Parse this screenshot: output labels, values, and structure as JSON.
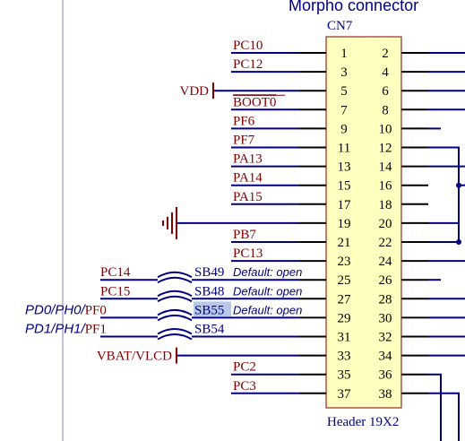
{
  "schematic": {
    "title": "Morpho connector",
    "connector_ref": "CN7",
    "connector_value": "Header 19X2",
    "colors": {
      "wire": "#000080",
      "pin": "#000000",
      "net_label": "#800000",
      "annotation": "#000080",
      "body_fill": "#ffffc0",
      "body_stroke": "#800000",
      "frame": "#8080c0",
      "highlight": "#b8c8e8"
    },
    "left_pins": [
      "1",
      "3",
      "5",
      "7",
      "9",
      "11",
      "13",
      "15",
      "17",
      "19",
      "21",
      "23",
      "25",
      "27",
      "29",
      "31",
      "33",
      "35",
      "37"
    ],
    "right_pins": [
      "2",
      "4",
      "6",
      "8",
      "10",
      "12",
      "14",
      "16",
      "18",
      "20",
      "22",
      "24",
      "26",
      "28",
      "30",
      "32",
      "34",
      "36",
      "38"
    ],
    "left_nets": [
      {
        "pin": "1",
        "label": "PC10"
      },
      {
        "pin": "3",
        "label": "PC12"
      },
      {
        "pin": "5",
        "label": "VDD",
        "symbol": "power-bar"
      },
      {
        "pin": "7",
        "label": "BOOT0",
        "overline": true
      },
      {
        "pin": "9",
        "label": "PF6"
      },
      {
        "pin": "11",
        "label": "PF7"
      },
      {
        "pin": "13",
        "label": "PA13"
      },
      {
        "pin": "15",
        "label": "PA14"
      },
      {
        "pin": "17",
        "label": "PA15"
      },
      {
        "pin": "19",
        "label": "",
        "symbol": "ground"
      },
      {
        "pin": "21",
        "label": "PB7"
      },
      {
        "pin": "23",
        "label": "PC13"
      },
      {
        "pin": "33",
        "label": "VBAT/VLCD",
        "symbol": "power-bar"
      },
      {
        "pin": "35",
        "label": "PC2"
      },
      {
        "pin": "37",
        "label": "PC3"
      }
    ],
    "solder_bridges": [
      {
        "pin": "25",
        "ref": "SB49",
        "net": "PC14",
        "note": "Default: open"
      },
      {
        "pin": "27",
        "ref": "SB48",
        "net": "PC15",
        "note": "Default: open"
      },
      {
        "pin": "29",
        "ref": "SB55",
        "net": "PF0",
        "alt": "PD0/PH0/",
        "note": "Default: open",
        "highlighted": true
      },
      {
        "pin": "31",
        "ref": "SB54",
        "net": "PF1",
        "alt": "PD1/PH1/",
        "note": ""
      }
    ]
  }
}
